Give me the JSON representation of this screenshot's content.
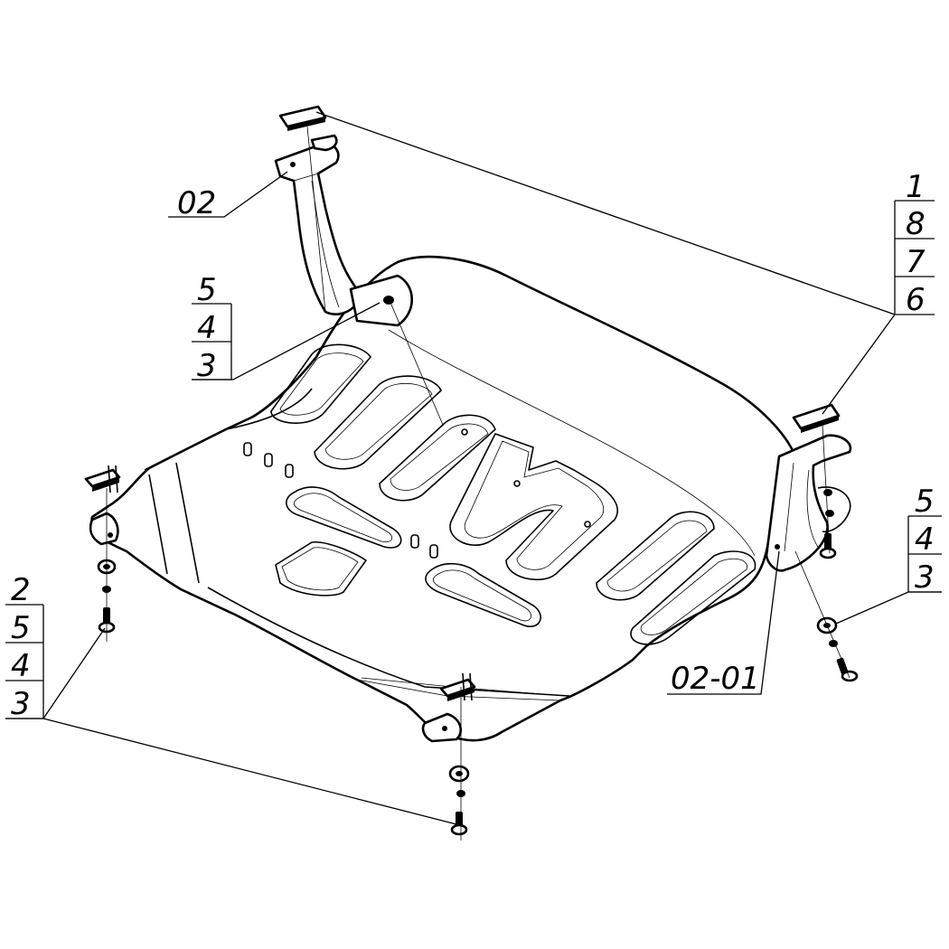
{
  "labels": {
    "part_02": "02",
    "part_02_01": "02-01",
    "stack_right_top": [
      "1",
      "8",
      "7",
      "6"
    ],
    "stack_left_mid": [
      "5",
      "4",
      "3"
    ],
    "stack_right_mid": [
      "5",
      "4",
      "3"
    ],
    "stack_left_bottom": [
      "2",
      "5",
      "4",
      "3"
    ]
  }
}
